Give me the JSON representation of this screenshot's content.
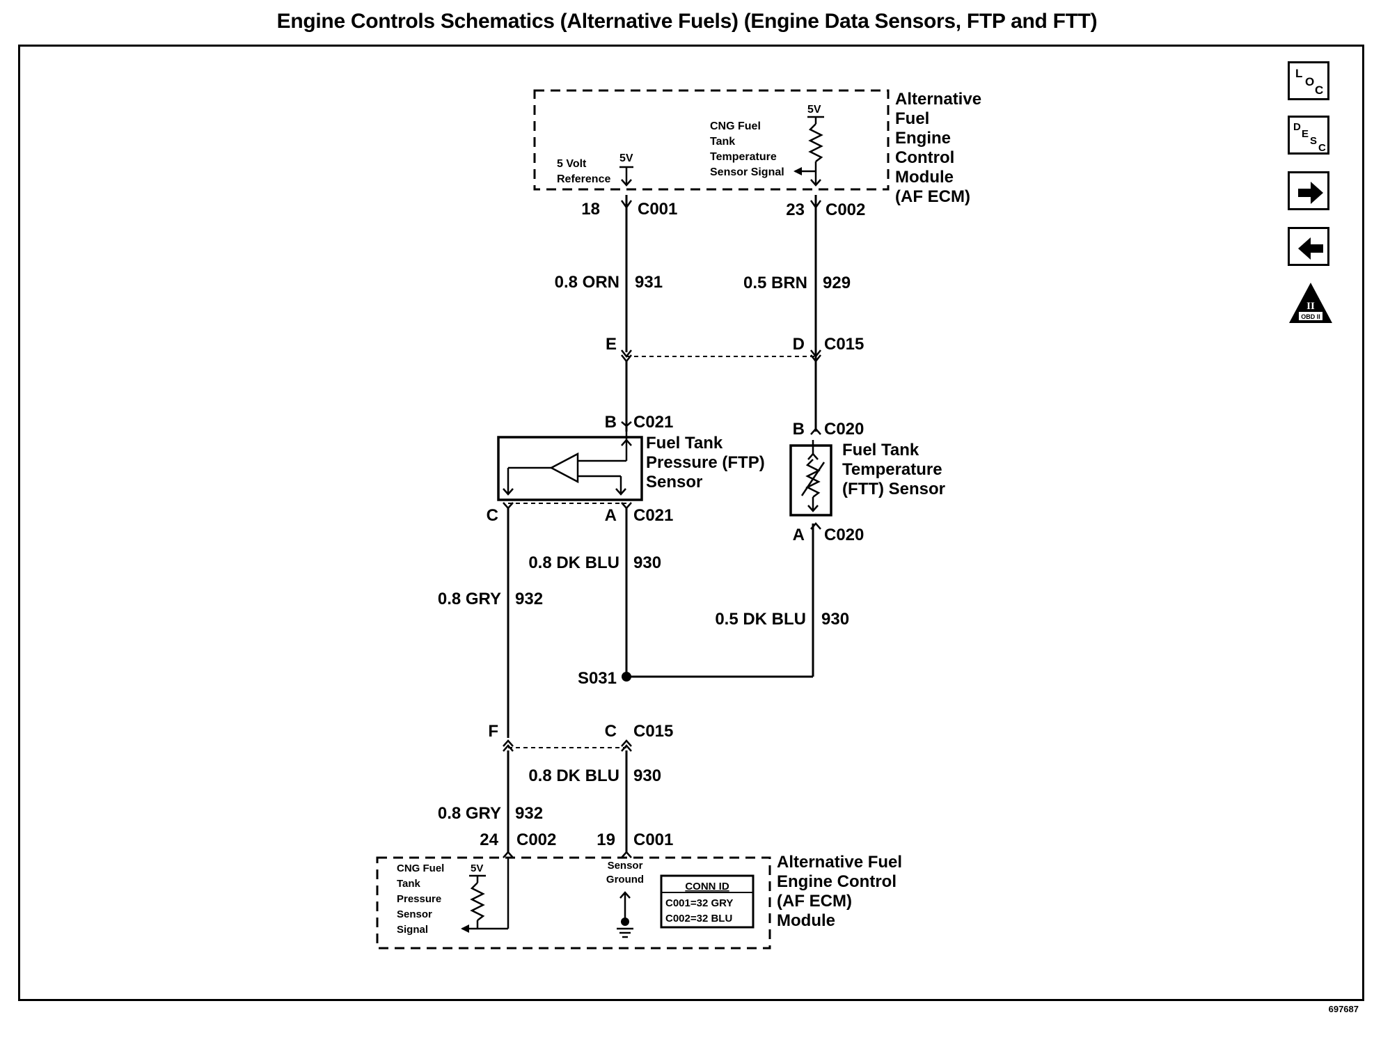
{
  "title": "Engine Controls Schematics (Alternative Fuels) (Engine Data Sensors, FTP and FTT)",
  "figure_id": "697687",
  "nav": {
    "loc": [
      "L",
      "O",
      "C"
    ],
    "desc": [
      "D",
      "E",
      "S",
      "C"
    ],
    "obd_label": "OBD II",
    "obd_roman": "II"
  },
  "top_module": {
    "name_lines": [
      "Alternative",
      "Fuel",
      "Engine",
      "Control",
      "Module",
      "(AF ECM)"
    ],
    "ref_lines": [
      "5 Volt",
      "Reference"
    ],
    "ref_voltage": "5V",
    "sig_lines": [
      "CNG Fuel",
      "Tank",
      "Temperature",
      "Sensor Signal"
    ],
    "sig_voltage": "5V"
  },
  "bottom_module": {
    "name_lines": [
      "Alternative Fuel",
      "Engine Control",
      "(AF ECM)",
      "Module"
    ],
    "sig_lines": [
      "CNG Fuel",
      "Tank",
      "Pressure",
      "Sensor",
      "Signal"
    ],
    "sig_voltage": "5V",
    "ground_lines": [
      "Sensor",
      "Ground"
    ],
    "conn_id_title": "CONN ID",
    "conn_id_rows": [
      "C001=32 GRY",
      "C002=32 BLU"
    ]
  },
  "connectors": {
    "pin18": "18",
    "c001_top": "C001",
    "pin23": "23",
    "c002_top": "C002",
    "pinE": "E",
    "pinD": "D",
    "c015_top": "C015",
    "ftp_b": "B",
    "c021_b": "C021",
    "ftp_a": "A",
    "c021_a": "C021",
    "ftp_c": "C",
    "ftt_b": "B",
    "c020_b": "C020",
    "ftt_a": "A",
    "c020_a": "C020",
    "pinF": "F",
    "pinC": "C",
    "c015_bottom": "C015",
    "pin24": "24",
    "c002_bottom": "C002",
    "pin19": "19",
    "c001_bottom": "C001"
  },
  "wires": {
    "w1_color": "0.8 ORN",
    "w1_circuit": "931",
    "w2_color": "0.5 BRN",
    "w2_circuit": "929",
    "w3_color": "0.8 DK BLU",
    "w3_circuit": "930",
    "w4_color": "0.8 GRY",
    "w4_circuit": "932",
    "w5_color": "0.5 DK BLU",
    "w5_circuit": "930",
    "w6_color": "0.8 DK BLU",
    "w6_circuit": "930",
    "w7_color": "0.8 GRY",
    "w7_circuit": "932"
  },
  "splice": "S031",
  "sensors": {
    "ftp_lines": [
      "Fuel Tank",
      "Pressure (FTP)",
      "Sensor"
    ],
    "ftt_lines": [
      "Fuel Tank",
      "Temperature",
      "(FTT) Sensor"
    ]
  }
}
